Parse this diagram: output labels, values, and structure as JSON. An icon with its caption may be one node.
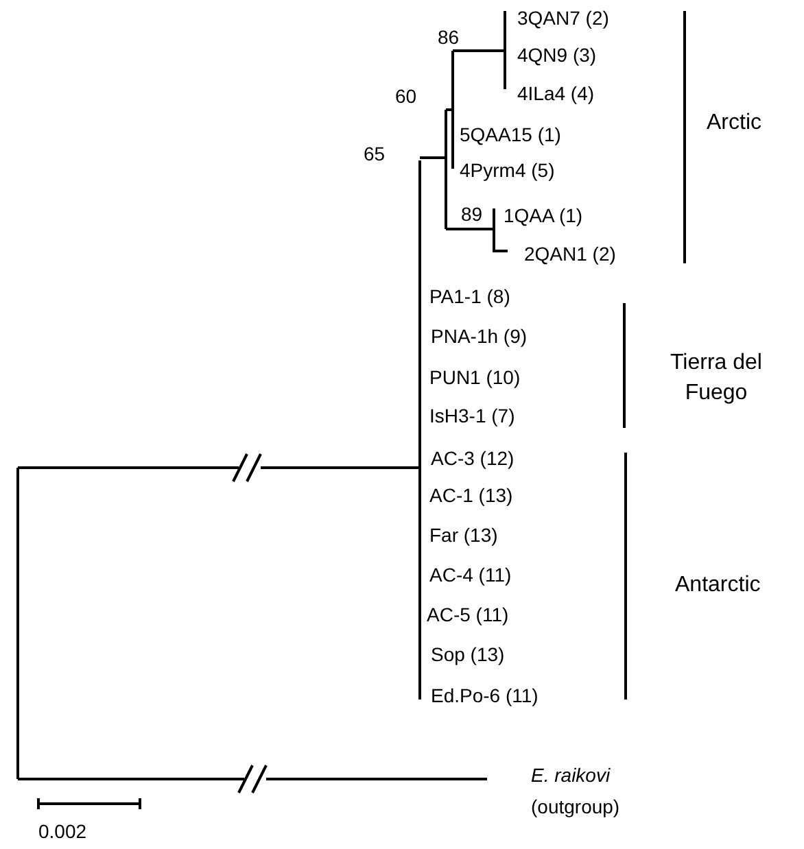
{
  "diagram": {
    "labels": [
      "3QAN7 (2)",
      "86",
      "4QN9 (3)",
      "60",
      "4ILa4 (4)",
      "Arctic",
      "5QAA15 (1)",
      "65",
      "4Pyrm4 (5)",
      "89",
      "1QAA (1)",
      "2QAN1 (2)",
      "PA1-1 (8)",
      "PNA-1h (9)",
      "Tierra del Fuego",
      "PUN1 (10)",
      "IsH3-1 (7)",
      "AC-3 (12)",
      "AC-1 (13)",
      "Far (13)",
      "AC-4 (11)",
      "Antarctic",
      "AC-5 (11)",
      "Sop (13)",
      "Ed.Po-6 (11)",
      "E. raikovi",
      "(outgroup)",
      "0.002"
    ]
  }
}
